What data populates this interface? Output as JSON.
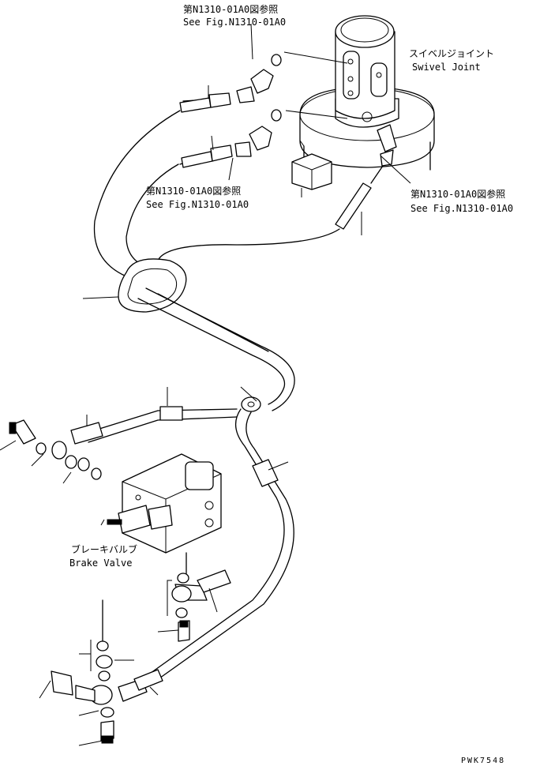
{
  "refs": {
    "top": {
      "jp": "第N1310-01A0図参照",
      "en": "See Fig.N1310-01A0"
    },
    "mid_left": {
      "jp": "第N1310-01A0図参照",
      "en": "See Fig.N1310-01A0"
    },
    "mid_right": {
      "jp": "第N1310-01A0図参照",
      "en": "See Fig.N1310-01A0"
    }
  },
  "swivel_joint": {
    "jp": "スイベルジョイント",
    "en": "Swivel Joint"
  },
  "brake_valve": {
    "jp": "ブレーキバルブ",
    "en": "Brake Valve"
  },
  "drawing_code": "PWK7548"
}
